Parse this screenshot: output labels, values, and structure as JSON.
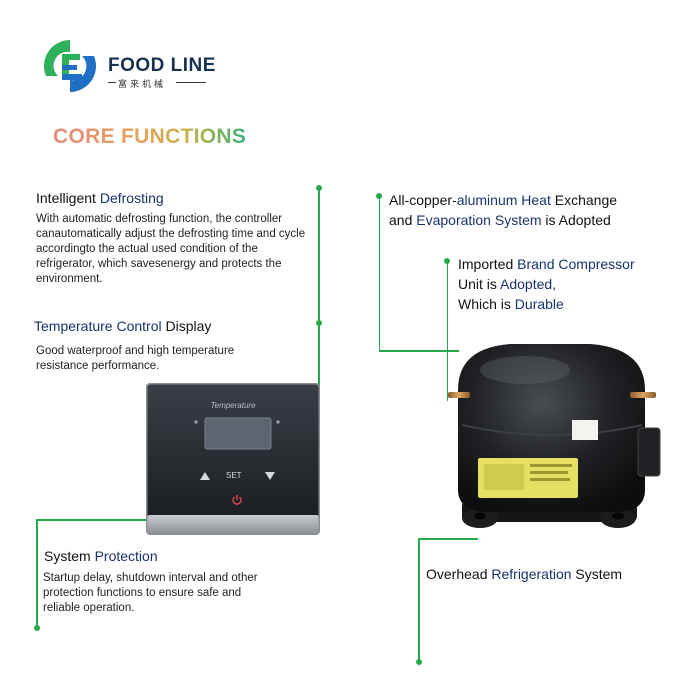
{
  "brand": {
    "name": "FOOD LINE",
    "subtitle": "富来机械",
    "colors": {
      "green": "#2fb05a",
      "blue": "#1f6fc4",
      "accent_line": "#27a84a"
    }
  },
  "heading": "CORE FUNCTIONS",
  "features": {
    "defrost": {
      "title_a": "Intelligent ",
      "title_b": "Defrosting",
      "description": "With automatic defrosting function, the controller canautomatically adjust the defrosting time and cycle accordingto the actual used condition of the refrigerator, which savesenergy and protects the environment."
    },
    "temp_display": {
      "title_a": "Temperature Control ",
      "title_b": "Display",
      "description": "Good waterproof and high temperature resistance performance."
    },
    "protection": {
      "title_a": "System ",
      "title_b": "Protection",
      "description": "Startup delay, shutdown interval and other protection functions to ensure safe and reliable operation."
    },
    "heat_exchange": {
      "line1_a": "All-copper-",
      "line1_b": "aluminum Heat ",
      "line1_c": "Exchange",
      "line2_a": "and ",
      "line2_b": "Evaporation System ",
      "line2_c": "is Adopted"
    },
    "compressor": {
      "line1_a": "Imported ",
      "line1_b": "Brand Compressor",
      "line2_a": "Unit is ",
      "line2_b": "Adopted,",
      "line3_a": "Which is ",
      "line3_b": "Durable"
    },
    "overhead": {
      "title_a": "Overhead ",
      "title_b": "Refrigeration ",
      "title_c": "System"
    }
  },
  "panel": {
    "label": "Temperature",
    "set_label": "SET"
  },
  "icons": [
    "brand-logo-icon",
    "up-arrow-icon",
    "down-arrow-icon",
    "power-icon"
  ]
}
